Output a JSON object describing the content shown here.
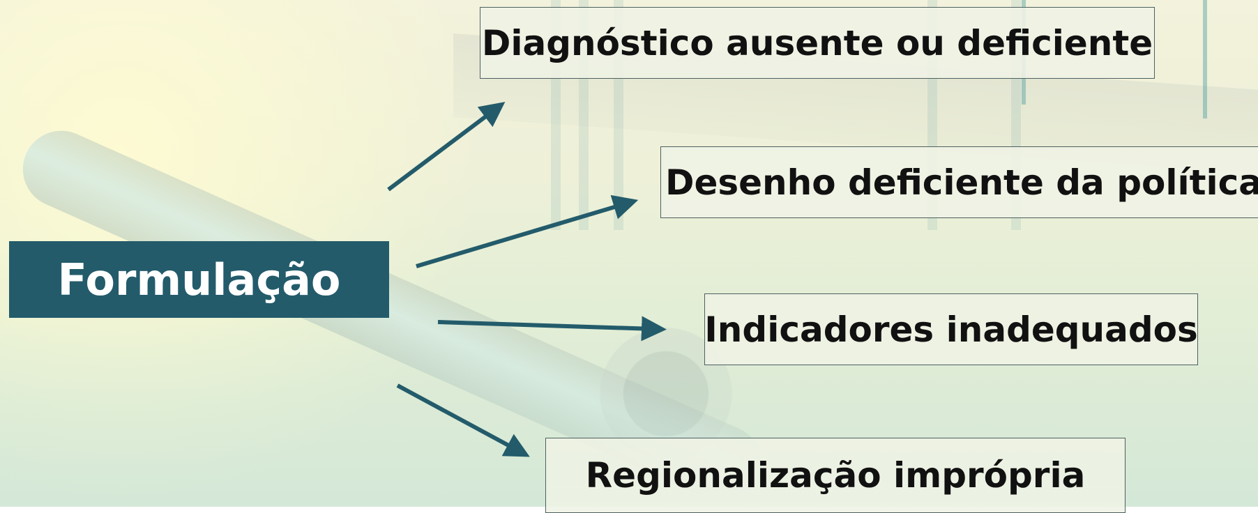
{
  "diagram": {
    "main_node": "Formulação",
    "items": [
      "Diagnóstico ausente ou deficiente",
      "Desenho deficiente da política",
      "Indicadores inadequados",
      "Regionalização imprópria"
    ]
  },
  "colors": {
    "main_fill": "#235b6b",
    "arrow": "#235b6b",
    "item_fill": "#eff3e5",
    "item_border": "#4c6060"
  }
}
